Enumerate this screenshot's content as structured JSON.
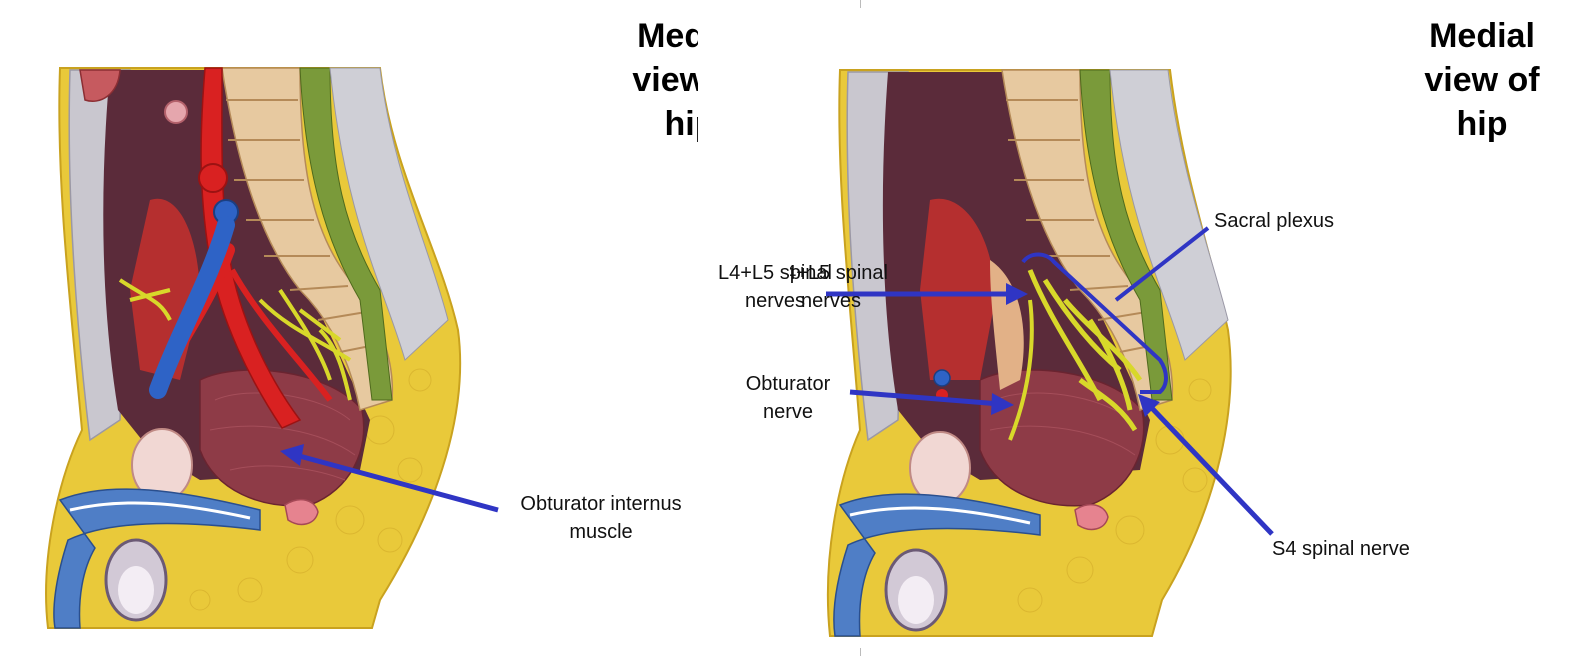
{
  "left_panel": {
    "title_lines": [
      "Medial",
      "view of",
      "hip"
    ],
    "labels": {
      "obturator_internus_l1": "Obturator internus",
      "obturator_internus_l2": "muscle"
    }
  },
  "right_panel": {
    "title_lines": [
      "Medial",
      "view of",
      "hip"
    ],
    "labels": {
      "sacral_plexus": "Sacral plexus",
      "l4l5_l1": "L4+L5 spinal",
      "l4l5_l2": "nerves",
      "obturator_nerve_l1": "Obturator",
      "obturator_nerve_l2": "nerve",
      "s4": "S4 spinal nerve"
    }
  },
  "colors": {
    "arrow": "#2f35c4",
    "fat": "#e9c93a",
    "muscle": "#8e3b47",
    "artery": "#d92121",
    "vein": "#2e63c6",
    "nerve": "#d8d82a",
    "bone": "#e7c9a0",
    "cavity": "#5b2b3a"
  }
}
